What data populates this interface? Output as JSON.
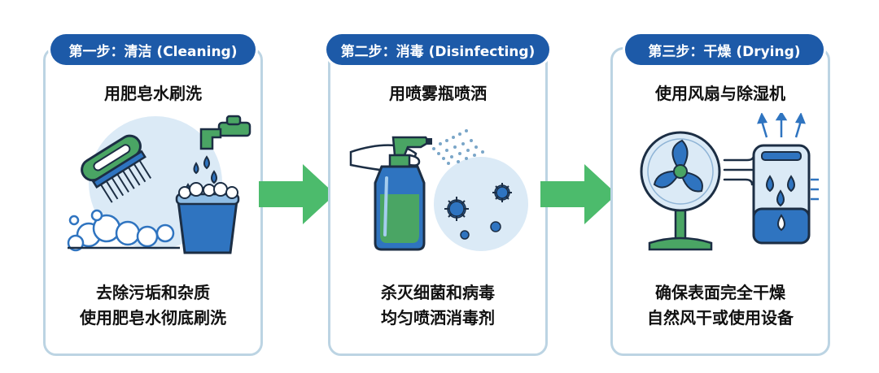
{
  "steps": [
    {
      "header": "第一步：清洁 (Cleaning)",
      "subtitle": "用肥皂水刷洗",
      "lines": [
        "去除污垢和杂质",
        "使用肥皂水彻底刷洗"
      ],
      "icons": [
        "scrub-brush-icon",
        "faucet-icon",
        "bucket-icon",
        "soap-bubbles-icon",
        "water-drop-icon"
      ]
    },
    {
      "header": "第二步：消毒 (Disinfecting)",
      "subtitle": "用喷雾瓶喷洒",
      "lines": [
        "杀灭细菌和病毒",
        "均匀喷洒消毒剂"
      ],
      "icons": [
        "hand-icon",
        "spray-bottle-icon",
        "mist-icon",
        "virus-icon"
      ]
    },
    {
      "header": "第三步：干燥 (Drying)",
      "subtitle": "使用风扇与除湿机",
      "lines": [
        "确保表面完全干燥",
        "自然风干或使用设备"
      ],
      "icons": [
        "fan-icon",
        "wind-icon",
        "dehumidifier-icon",
        "airflow-arrows-icon"
      ]
    }
  ],
  "colors": {
    "header_bg": "#1d5aa8",
    "card_border": "#bcd4e3",
    "arrow": "#4cbb6c",
    "icon_green": "#4aa564",
    "icon_blue": "#2f74c0",
    "icon_light_blue": "#dbeaf6"
  }
}
